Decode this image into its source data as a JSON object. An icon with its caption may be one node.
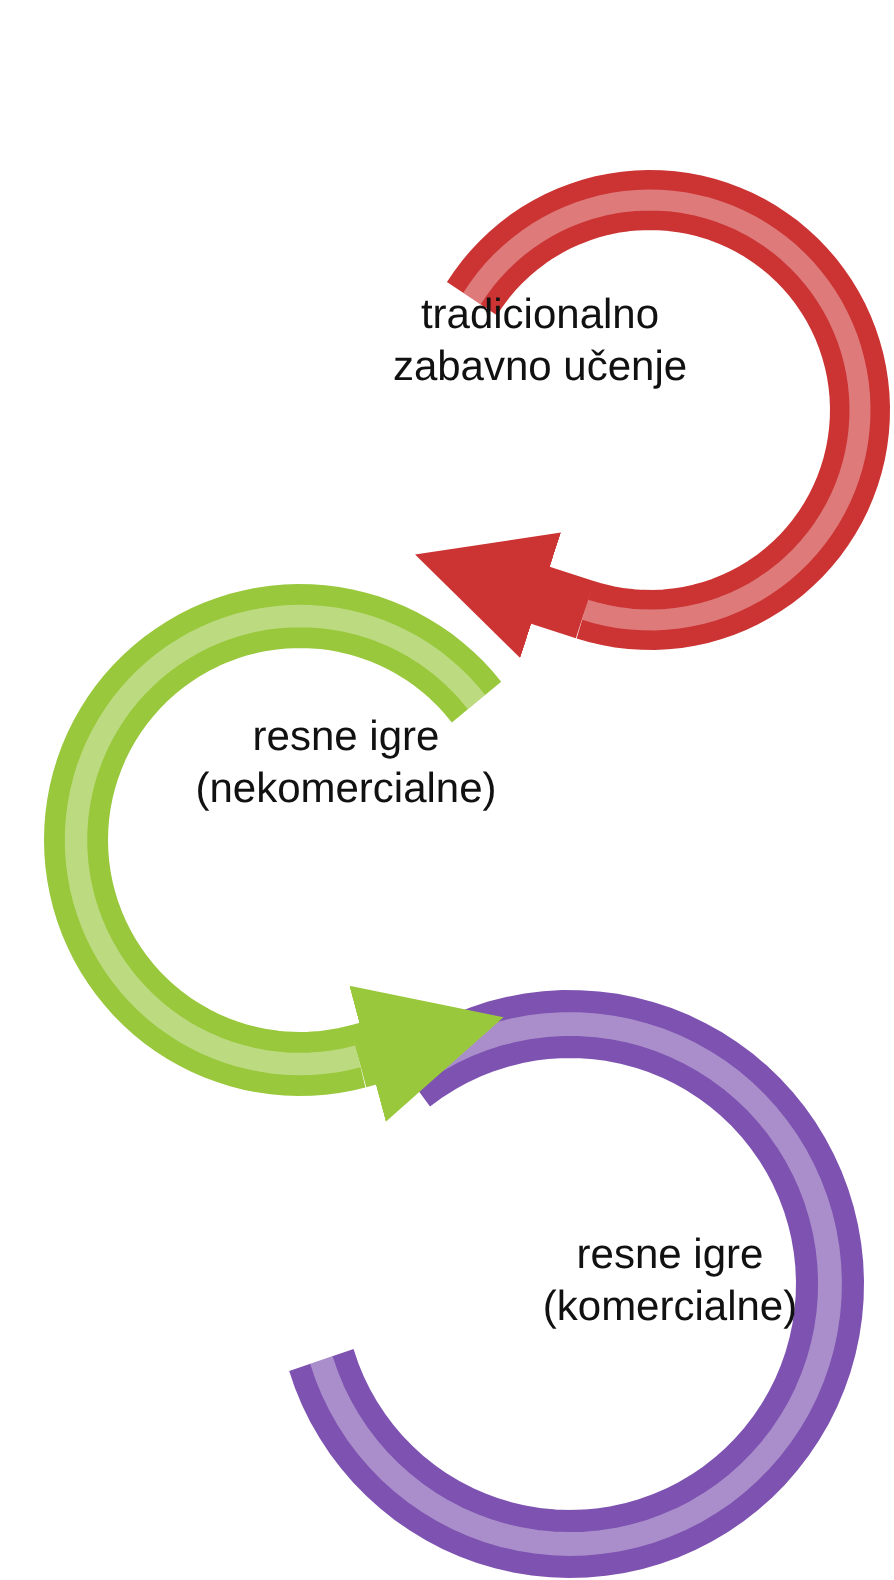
{
  "diagram": {
    "nodes": [
      {
        "text": [
          "tradicionalno zabavno učenje"
        ]
      },
      {
        "text": [
          "resne igre (nekomercialne)"
        ]
      },
      {
        "text": [
          "resne igre (komercialne)"
        ]
      }
    ],
    "edges": [
      {
        "from": 0,
        "to": 1,
        "arrow": "to",
        "color": "#cc3333"
      },
      {
        "from": 1,
        "to": 2,
        "arrow": "to",
        "color": "#99c83c"
      }
    ]
  }
}
